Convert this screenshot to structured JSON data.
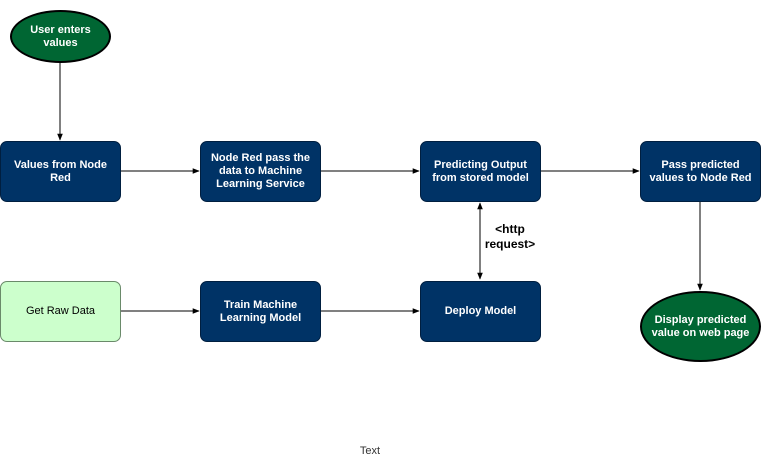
{
  "nodes": {
    "user_enters": "User enters values",
    "values_from_node_red": "Values from Node Red",
    "node_red_pass": "Node Red pass the data to Machine Learning Service",
    "predicting_output": "Predicting Output from stored model",
    "pass_predicted": "Pass predicted values to Node Red",
    "display_predicted": "Display predicted value on web page",
    "get_raw_data": "Get Raw Data",
    "train_model": "Train Machine Learning Model",
    "deploy_model": "Deploy Model"
  },
  "edge_labels": {
    "http_request": "<http request>"
  },
  "free_text": "Text",
  "colors": {
    "process_fill": "#003366",
    "terminal_fill": "#006633",
    "raw_fill": "#ccffcc",
    "edge": "#000000"
  }
}
